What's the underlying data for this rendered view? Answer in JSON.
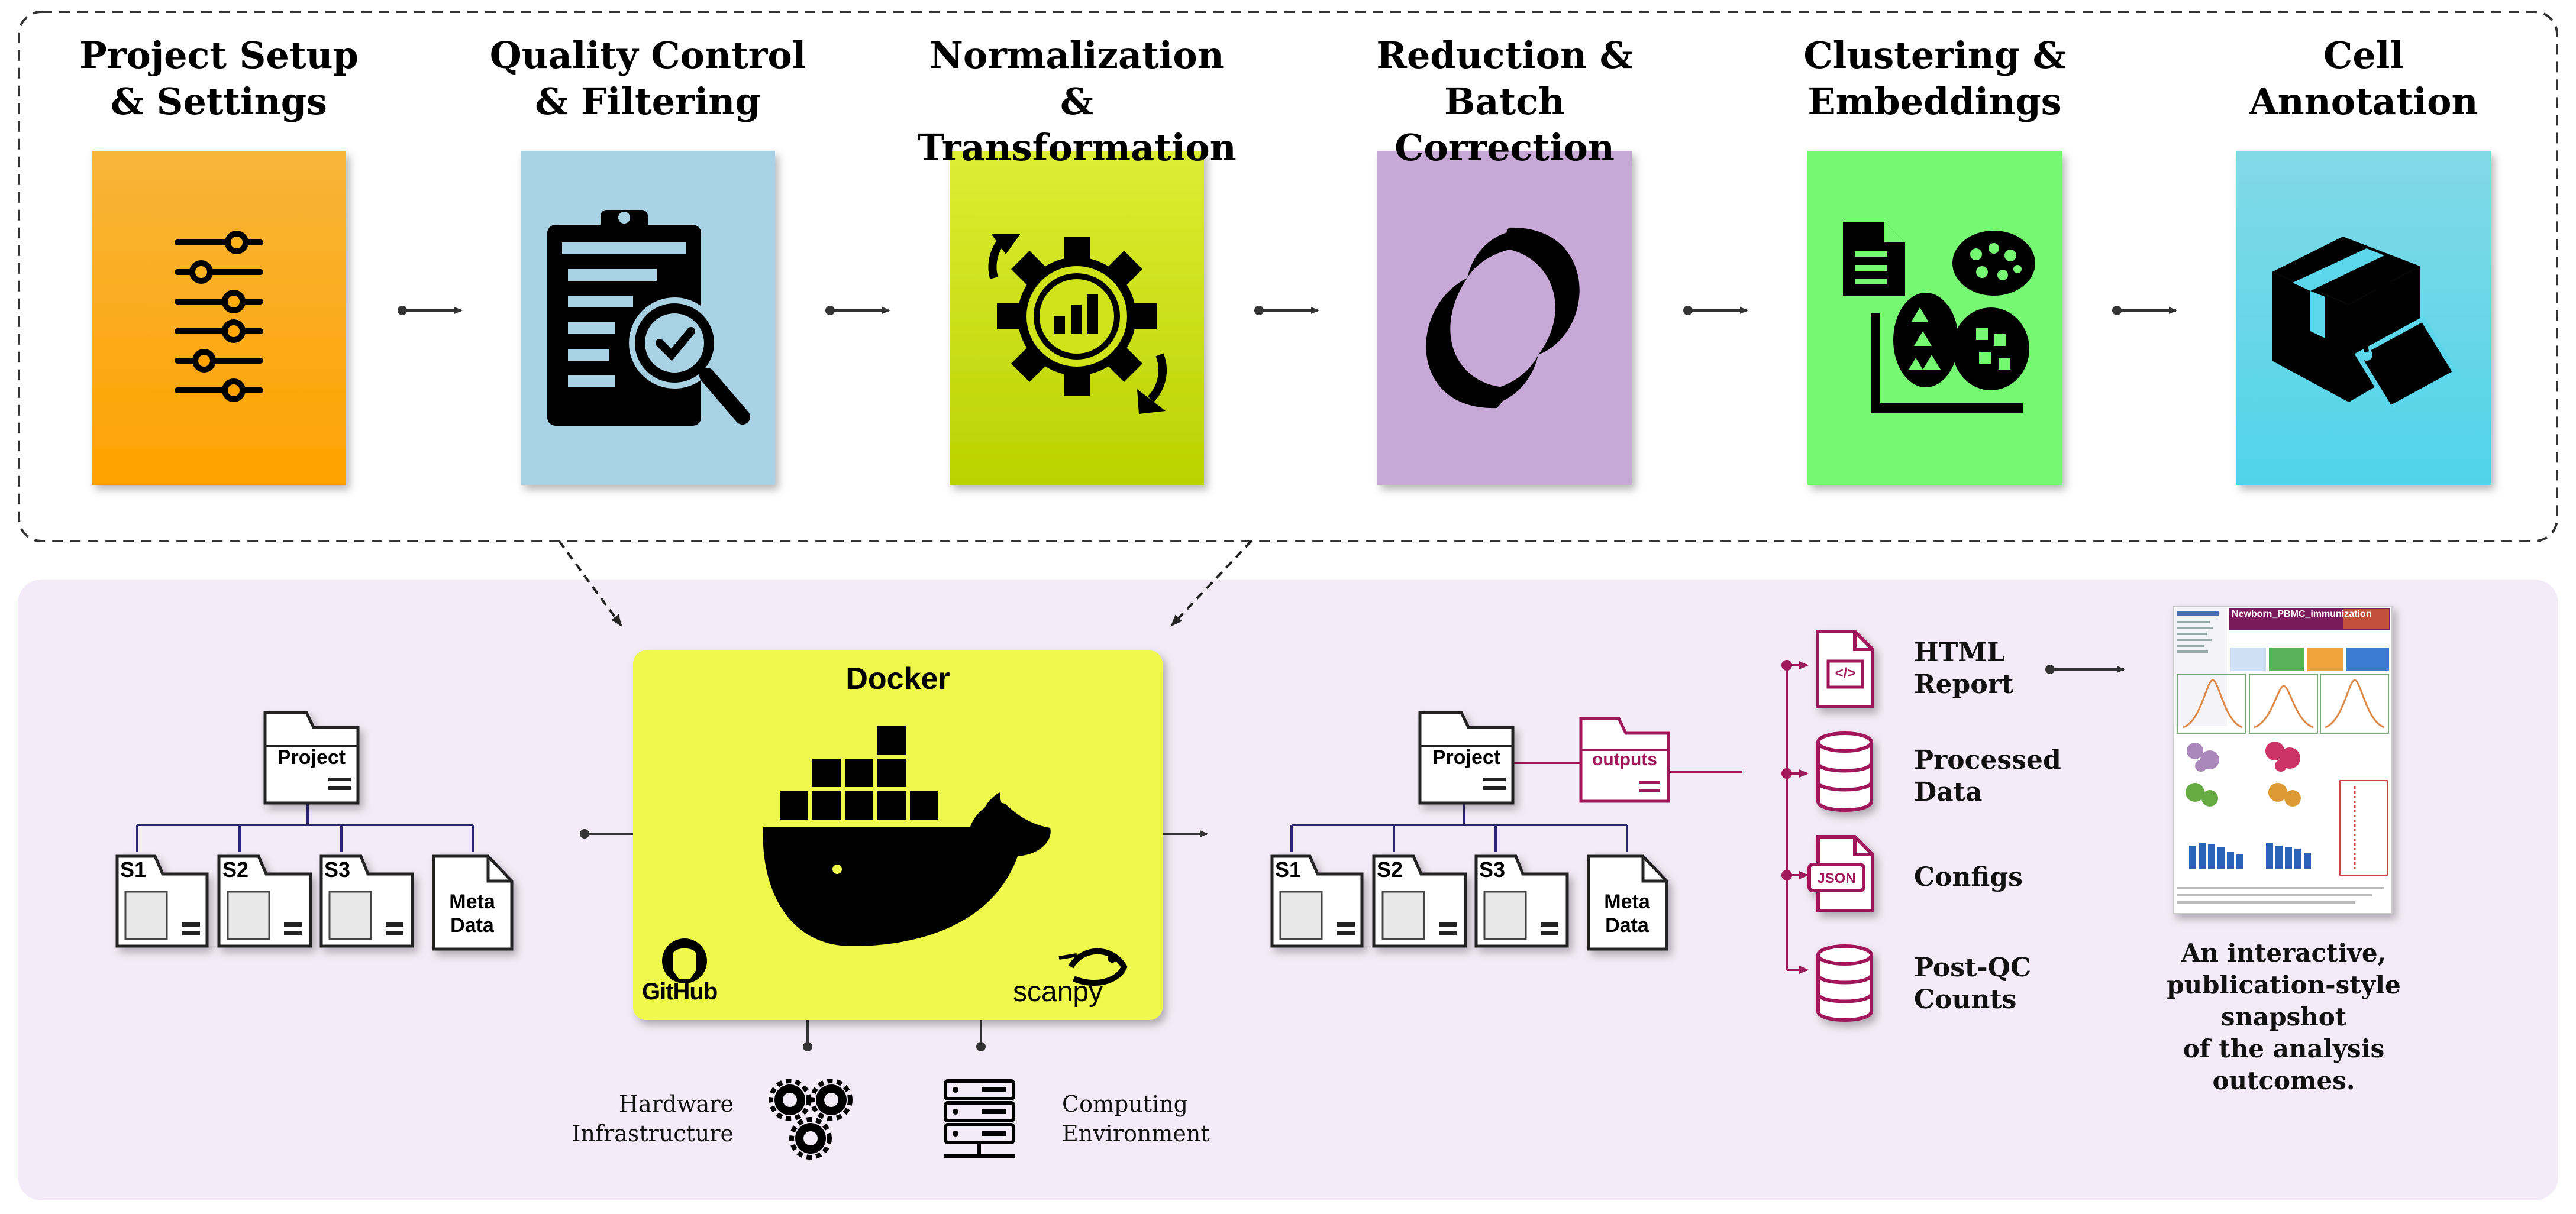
{
  "stages": [
    {
      "title_line1": "Project Setup",
      "title_line2": "& Settings",
      "color_top": "#f7b53a",
      "color_bottom": "#ff9e00",
      "icon": "sliders-icon"
    },
    {
      "title_line1": "Quality Control",
      "title_line2": "& Filtering",
      "color_top": "#a9d3e6",
      "color_bottom": "#a9d3e6",
      "icon": "clipboard-check-icon"
    },
    {
      "title_line1": "Normalization &",
      "title_line2": "Transformation",
      "color_top": "#d9ec2c",
      "color_bottom": "#b9d000",
      "icon": "gear-chart-icon"
    },
    {
      "title_line1": "Reduction &",
      "title_line2": "Batch Correction",
      "color_top": "#c8a9d6",
      "color_bottom": "#c8a9d6",
      "icon": "swirl-icon"
    },
    {
      "title_line1": "Clustering &",
      "title_line2": "Embeddings",
      "color_top": "#78fb77",
      "color_bottom": "#6af06a",
      "icon": "cluster-plot-icon"
    },
    {
      "title_line1": "Cell",
      "title_line2": "Annotation",
      "color_top": "#7ad8e6",
      "color_bottom": "#55d5ea",
      "icon": "package-tag-icon"
    }
  ],
  "input_tree": {
    "root": "Project",
    "samples": [
      "S1",
      "S2",
      "S3"
    ],
    "meta_line1": "Meta",
    "meta_line2": "Data"
  },
  "docker": {
    "title": "Docker",
    "github_label": "GitHub",
    "scanpy_label": "scanpy",
    "color": "#eef94c"
  },
  "environment": {
    "hardware_line1": "Hardware",
    "hardware_line2": "Infrastructure",
    "computing_line1": "Computing",
    "computing_line2": "Environment"
  },
  "output_tree": {
    "root": "Project",
    "outputs_folder": "outputs",
    "samples": [
      "S1",
      "S2",
      "S3"
    ],
    "meta_line1": "Meta",
    "meta_line2": "Data"
  },
  "outputs": [
    {
      "line1": "HTML",
      "line2": "Report",
      "icon": "html-file-icon"
    },
    {
      "line1": "Processed",
      "line2": "Data",
      "icon": "database-icon"
    },
    {
      "line1": "Configs",
      "line2": "",
      "icon": "json-file-icon"
    },
    {
      "line1": "Post-QC",
      "line2": "Counts",
      "icon": "database-icon"
    }
  ],
  "report": {
    "header_title": "Newborn_PBMC_immunization",
    "caption_line1": "An interactive,",
    "caption_line2": "publication-style snapshot",
    "caption_line3": "of the analysis outcomes."
  },
  "colors": {
    "accent": "#a0175a",
    "tree_line": "#2a2570",
    "bottom_panel": "#f3ebf7"
  }
}
